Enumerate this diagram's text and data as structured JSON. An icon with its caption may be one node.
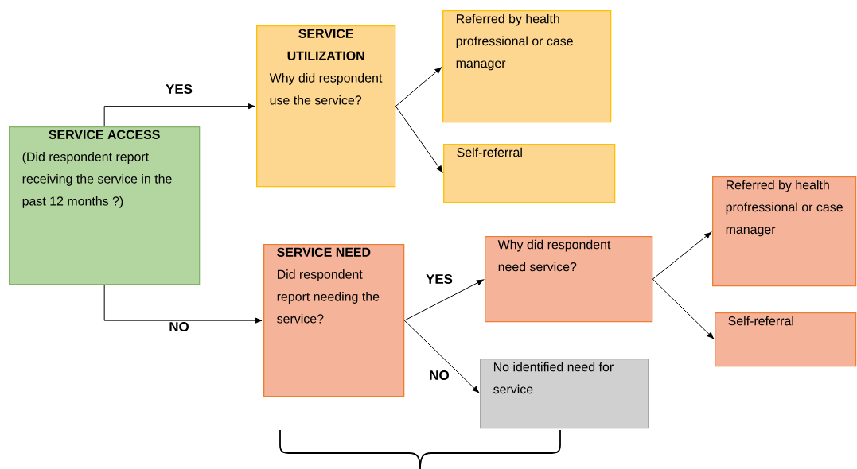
{
  "diagram": {
    "nodes": [
      {
        "text": [
          "SERVICE ACCESS",
          "(Did respondent report receiving the service in the past 12 months ?)"
        ]
      },
      {
        "text": [
          "SERVICE UTILIZATION",
          "Why did respondent use the service?"
        ]
      },
      {
        "text": [
          "Referred by health profressional or case manager"
        ]
      },
      {
        "text": [
          "Self-referral"
        ]
      },
      {
        "text": [
          "SERVICE NEED",
          "Did respondent report needing the service?"
        ]
      },
      {
        "text": [
          "Why did respondent need service?"
        ]
      },
      {
        "text": [
          "Referred by health profressional or case manager"
        ]
      },
      {
        "text": [
          "Self-referral"
        ]
      },
      {
        "text": [
          "No identified need for service"
        ]
      }
    ],
    "edges": [
      {
        "from": 0,
        "to": 1,
        "arrow": "to",
        "label": "YES"
      },
      {
        "from": 0,
        "to": 4,
        "arrow": "to",
        "label": "NO"
      },
      {
        "from": 1,
        "to": 2,
        "arrow": "to"
      },
      {
        "from": 1,
        "to": 3,
        "arrow": "to"
      },
      {
        "from": 4,
        "to": 5,
        "arrow": "to",
        "label": "YES"
      },
      {
        "from": 4,
        "to": 8,
        "arrow": "to",
        "label": "NO"
      },
      {
        "from": 5,
        "to": 6,
        "arrow": "to"
      },
      {
        "from": 5,
        "to": 7,
        "arrow": "to"
      }
    ]
  }
}
